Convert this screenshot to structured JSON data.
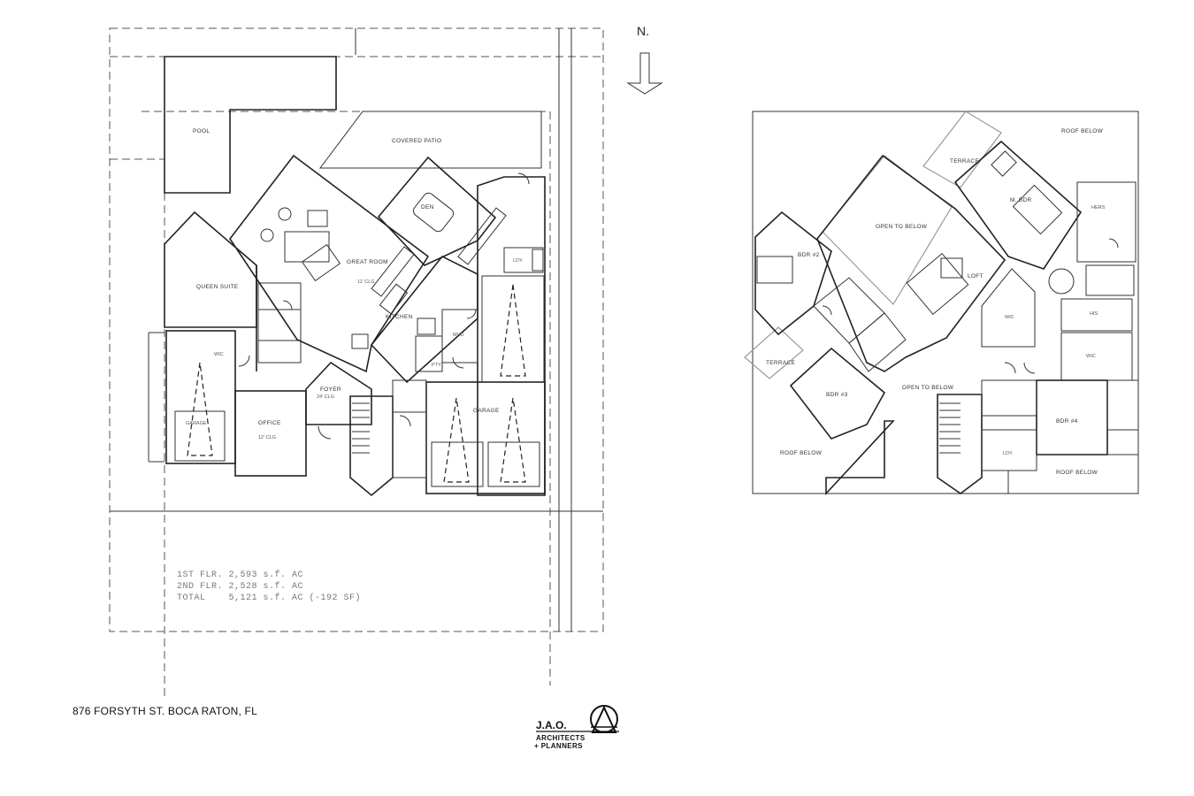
{
  "north_label": "N.",
  "address": "876 FORSYTH ST. BOCA RATON, FL",
  "area_summary": {
    "line1": "1ST FLR. 2,593 s.f. AC",
    "line2": "2ND FLR. 2,528 s.f. AC",
    "line3": "TOTAL    5,121 s.f. AC (-192 SF)"
  },
  "logo": {
    "line1": "J.A.O.",
    "line2": "ARCHITECTS",
    "line3": "+ PLANNERS"
  },
  "first_floor": {
    "pool": "POOL",
    "covered_patio": "COVERED PATIO",
    "great_room": "GREAT ROOM",
    "great_room_clg": "11' CLG",
    "den": "DEN",
    "queen_suite": "QUEEN SUITE",
    "wic": "WIC",
    "office": "OFFICE",
    "office_clg": "12' CLG",
    "foyer": "FOYER",
    "foyer_clg": "24' CLG",
    "kitchen": "KITCHEN",
    "garage": "GARAGE",
    "garage_left": "GARAGE",
    "ldy": "LDY.",
    "mud": "MUD",
    "pty": "PTY."
  },
  "second_floor": {
    "roof_below_top": "ROOF BELOW",
    "terrace_top": "TERRACE",
    "master_bdrm": "M. BDR",
    "open_to_below": "OPEN TO BELOW",
    "loft": "LOFT",
    "bdrm2": "BDR #2",
    "terrace_left": "TERRACE",
    "bdrm3": "BDR #3",
    "open_to_below_2": "OPEN TO BELOW",
    "wic_mid": "WIC",
    "hers": "HERS",
    "his": "HIS",
    "wic_right": "WIC",
    "bdrm4": "BDR #4",
    "ldy": "LDY.",
    "roof_below_left": "ROOF BELOW",
    "roof_below_bottom": "ROOF BELOW"
  }
}
